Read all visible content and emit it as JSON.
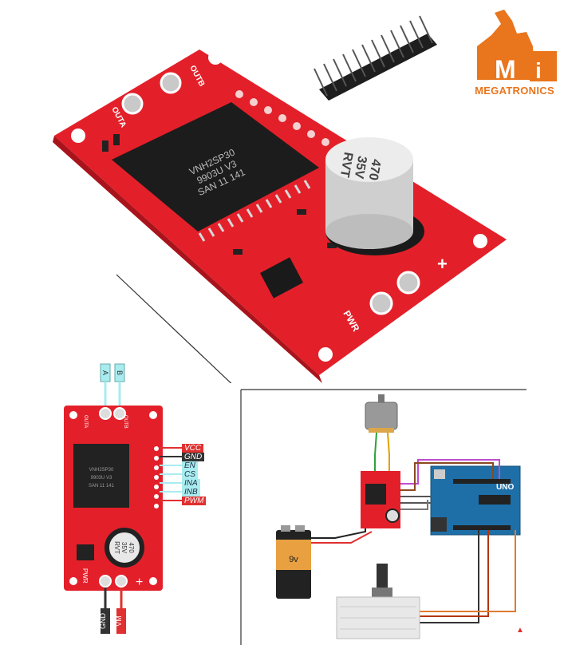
{
  "brand": {
    "name": "MEGATRONICS"
  },
  "chip": {
    "marking_line1": "VNH2SP30",
    "marking_line2": "9903U V3",
    "marking_line3": "SAN 11 141"
  },
  "capacitor": {
    "line1": "470",
    "line2": "35V",
    "line3": "RVT"
  },
  "board_labels": {
    "out_a": "OUTA",
    "out_b": "OUTB",
    "pwr": "PWR",
    "plus": "+"
  },
  "motor_outputs": {
    "a": "A",
    "b": "B"
  },
  "control_pins": [
    "VCC",
    "GND",
    "EN",
    "CS",
    "INA",
    "INB",
    "PWM"
  ],
  "power_inputs": {
    "gnd": "GND",
    "vm": "VM"
  },
  "battery": {
    "label": "9v"
  },
  "arduino": {
    "label": "UNO"
  },
  "colors": {
    "board_red": "#e3202a",
    "pin_cyan": "#a8ecf0",
    "pin_red": "#e03030",
    "pin_dark": "#333333",
    "logo_orange": "#e9751c"
  }
}
